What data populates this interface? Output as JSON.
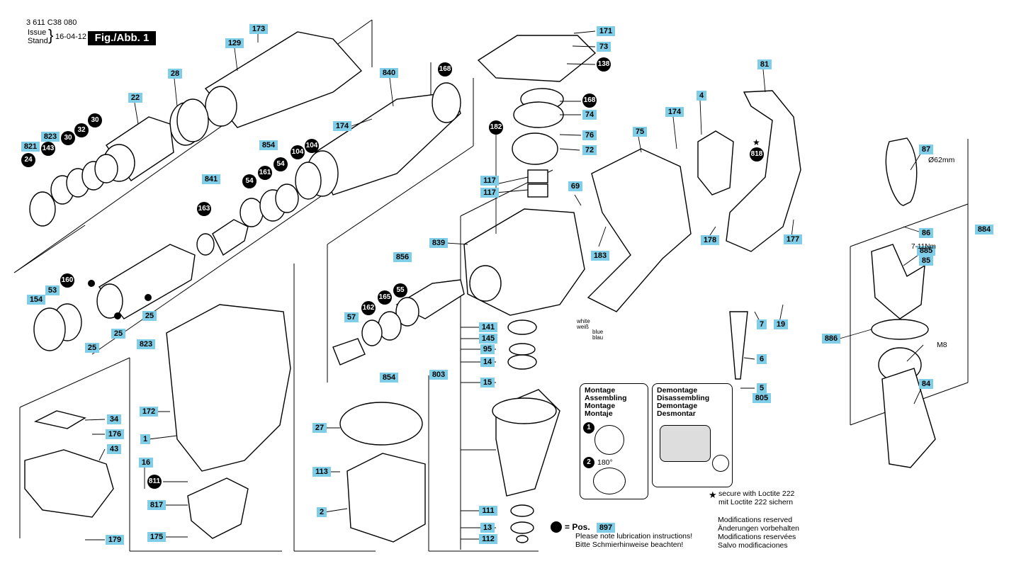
{
  "header": {
    "part_number": "3 611 C38 080",
    "issue_label": "Issue",
    "stand_label": "Stand",
    "date": "16-04-12",
    "figure": "Fig./Abb. 1"
  },
  "labels": [
    "173",
    "129",
    "28",
    "22",
    "30",
    "32",
    "30",
    "823",
    "143",
    "821",
    "24",
    "840",
    "168",
    "174",
    "104",
    "104",
    "854",
    "54",
    "161",
    "54",
    "841",
    "163",
    "160",
    "53",
    "154",
    "25",
    "25",
    "25",
    "823",
    "856",
    "165",
    "55",
    "162",
    "57",
    "854",
    "171",
    "73",
    "138",
    "168",
    "74",
    "182",
    "76",
    "72",
    "117",
    "117",
    "839",
    "69",
    "183",
    "141",
    "145",
    "95",
    "14",
    "803",
    "15",
    "111",
    "13",
    "112",
    "75",
    "174",
    "4",
    "818",
    "81",
    "178",
    "177",
    "7",
    "19",
    "6",
    "5",
    "805",
    "87",
    "86",
    "884",
    "885",
    "85",
    "886",
    "84",
    "172",
    "34",
    "176",
    "43",
    "1",
    "16",
    "811",
    "817",
    "175",
    "179",
    "27",
    "113",
    "2"
  ],
  "blue_labels": [
    "173",
    "129",
    "28",
    "22",
    "823",
    "821",
    "840",
    "174",
    "854",
    "841",
    "53",
    "154",
    "25",
    "25",
    "823",
    "856",
    "57",
    "854",
    "171",
    "73",
    "74",
    "76",
    "72",
    "117",
    "117",
    "839",
    "69",
    "183",
    "141",
    "145",
    "95",
    "14",
    "803",
    "15",
    "111",
    "13",
    "112",
    "75",
    "174",
    "4",
    "81",
    "178",
    "177",
    "7",
    "19",
    "6",
    "5",
    "805",
    "87",
    "86",
    "884",
    "885",
    "85",
    "886",
    "84",
    "172",
    "34",
    "176",
    "43",
    "1",
    "16",
    "817",
    "175",
    "179",
    "27",
    "113",
    "2"
  ],
  "black_labels": [
    "30",
    "32",
    "30",
    "143",
    "24",
    "168",
    "104",
    "104",
    "54",
    "161",
    "54",
    "163",
    "160",
    "165",
    "55",
    "162",
    "138",
    "168",
    "182",
    "811"
  ],
  "torque": "7-11Nm",
  "diameter": "Ø62mm",
  "thread": "M8",
  "wire_white": [
    "white",
    "weiß"
  ],
  "wire_blue": [
    "blue",
    "blau"
  ],
  "star_symbol": "★",
  "assembly_box": {
    "title_lines": [
      "Montage",
      "Assembling",
      "Montage",
      "Montaje"
    ],
    "step1": "1",
    "step2": "2",
    "angle": "180°"
  },
  "disassembly_box": {
    "title_lines": [
      "Demontage",
      "Disassembling",
      "Demontage",
      "Desmontar"
    ]
  },
  "loctite_note": [
    "secure with Loctite 222",
    "mit Loctite 222 sichern"
  ],
  "lubrication_note": {
    "prefix": "= Pos.",
    "position": "897",
    "lines": [
      "Please note lubrication instructions!",
      "Bitte Schmierhinweise beachten!"
    ]
  },
  "modifications_note": [
    "Modifications reserved",
    "Änderungen vorbehalten",
    "Modifications reservées",
    "Salvo modificaciones"
  ]
}
